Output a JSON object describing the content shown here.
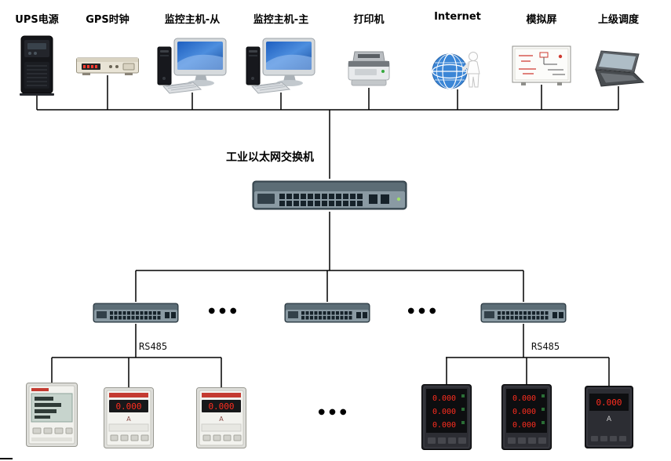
{
  "top_row": {
    "devices": [
      {
        "label": "UPS电源"
      },
      {
        "label": "GPS时钟"
      },
      {
        "label": "监控主机-从"
      },
      {
        "label": "监控主机-主"
      },
      {
        "label": "打印机"
      },
      {
        "label": "Internet"
      },
      {
        "label": "模拟屏"
      },
      {
        "label": "上级调度"
      }
    ]
  },
  "core_switch": {
    "label": "工业以太网交换机"
  },
  "bus_labels": {
    "rs485_left": "RS485",
    "rs485_right": "RS485"
  },
  "ellipsis": {
    "switch_gap_left": "●●●",
    "switch_gap_right": "●●●",
    "meter_gap": "●●●"
  },
  "meters": {
    "left": [
      {
        "style": "lcd-white"
      },
      {
        "style": "led-white",
        "display": "0.000",
        "unit": "A"
      },
      {
        "style": "led-white",
        "display": "0.000",
        "unit": "A"
      }
    ],
    "right": [
      {
        "style": "led-black-3row",
        "r1": "0.000",
        "r2": "0.000",
        "r3": "0.000"
      },
      {
        "style": "led-black-3row",
        "r1": "0.000",
        "r2": "0.000",
        "r3": "0.000"
      },
      {
        "style": "led-black-1row",
        "display": "0.000",
        "unit": "A"
      }
    ]
  },
  "colors": {
    "line": "#000000",
    "led_red": "#ff2d1f",
    "lcd_green": "#c7d4cd",
    "switch_body": "#46565f",
    "screen_blue": "#2f6fce"
  }
}
